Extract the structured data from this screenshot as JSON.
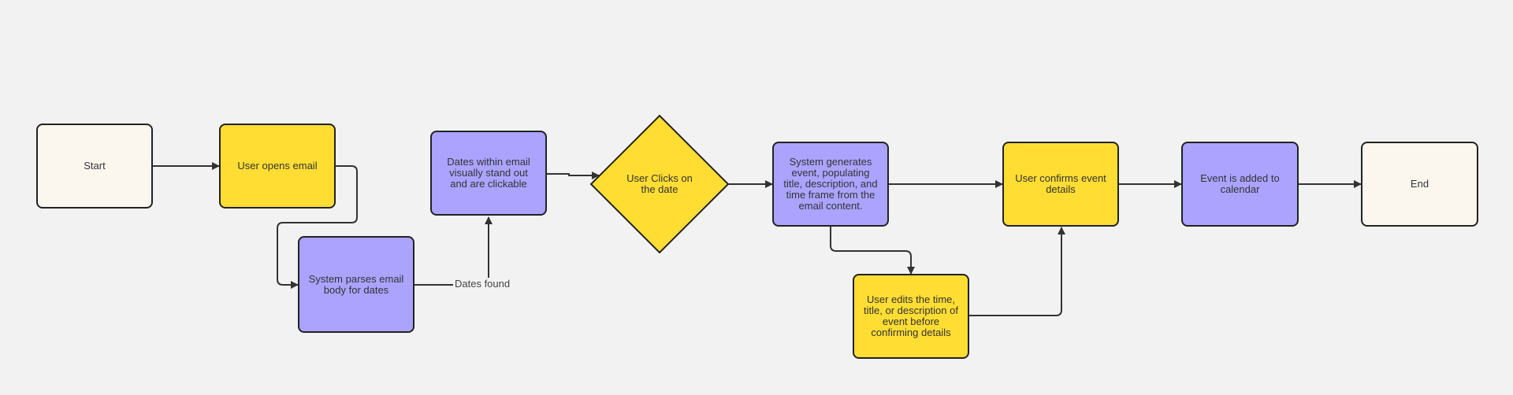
{
  "nodes": {
    "start": "Start",
    "open_email": "User opens email",
    "parse_email": "System parses email body for dates",
    "dates_clickable": "Dates within email visually stand out and are clickable",
    "click_date": "User Clicks on the date",
    "generate_event": "System generates event, populating title, description, and time frame from the email content.",
    "edit_event": "User edits the time, title, or description of event before confirming details",
    "confirm_event": "User confirms event details",
    "event_added": "Event is added to calendar",
    "end": "End"
  },
  "edges": {
    "dates_found": "Dates found"
  },
  "colors": {
    "background": "#f2f2f2",
    "terminal": "#fbf7ef",
    "user_step": "#ffdd33",
    "system_step": "#aba3ff",
    "border": "#222222",
    "connector": "#333333"
  }
}
